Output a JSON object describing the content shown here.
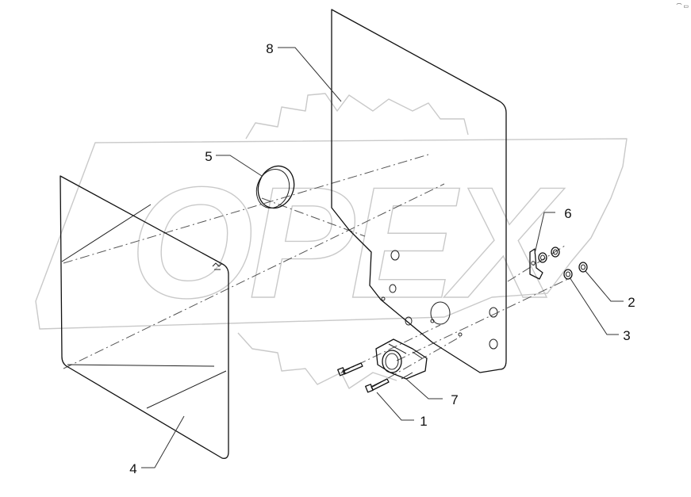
{
  "watermark": {
    "text": "OPEX",
    "color": "#c9c9c9"
  },
  "corner_mark": "⌒ ▭",
  "callouts": [
    "1",
    "2",
    "3",
    "4",
    "5",
    "6",
    "7",
    "8"
  ],
  "colors": {
    "line": "#111111",
    "background": "#ffffff"
  }
}
